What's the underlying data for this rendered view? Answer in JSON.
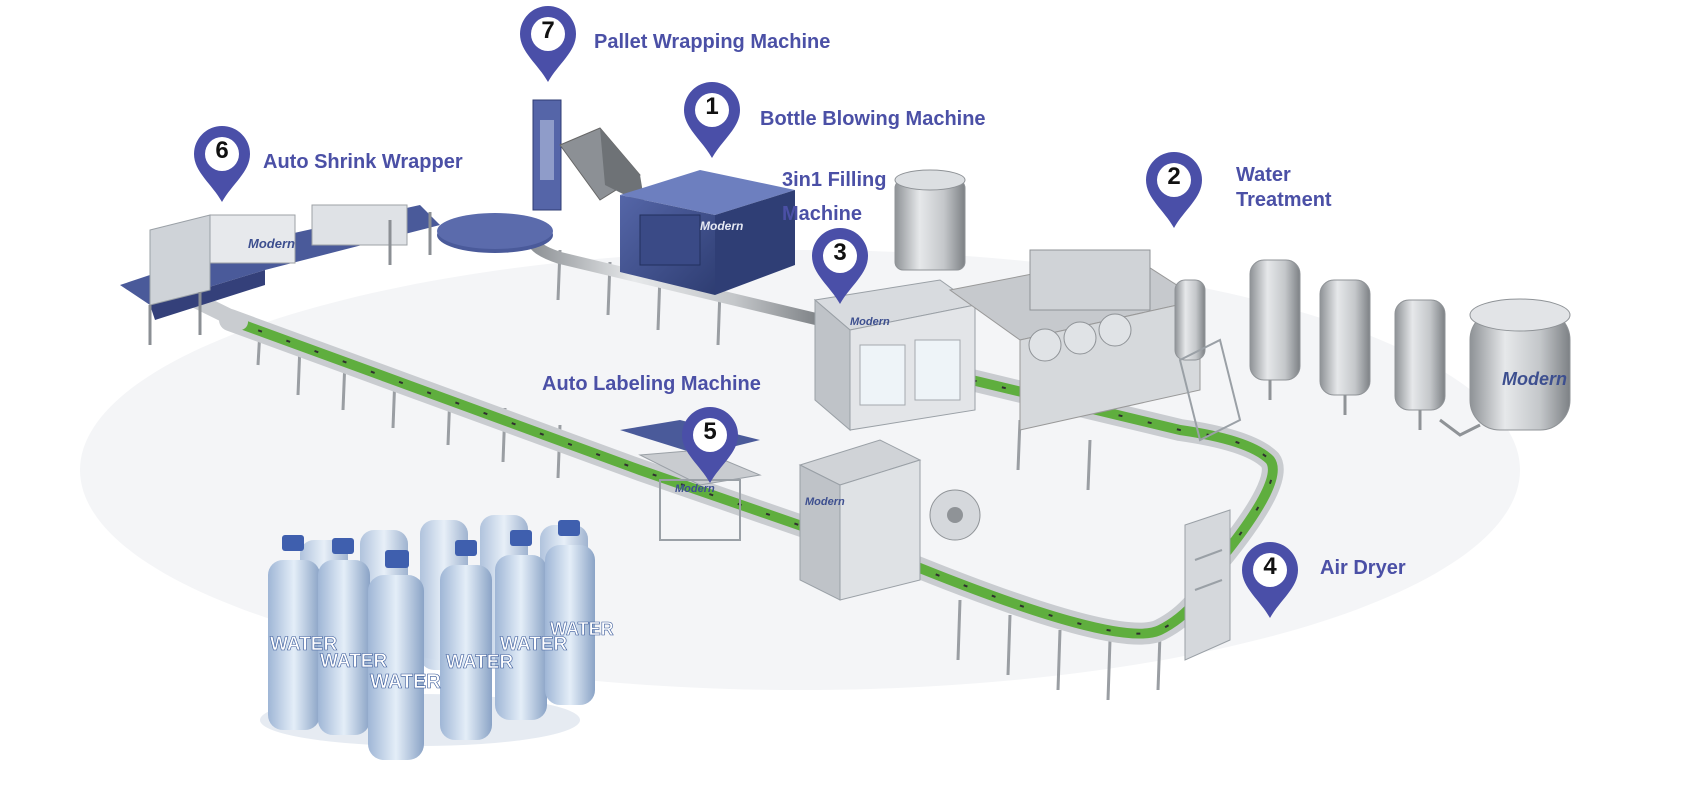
{
  "stations": [
    {
      "number": "1",
      "name": "Bottle Blowing Machine"
    },
    {
      "number": "2",
      "name_line1": "Water",
      "name_line2": "Treatment"
    },
    {
      "number": "3",
      "name_line1": "3in1 Filling",
      "name_line2": "Machine"
    },
    {
      "number": "4",
      "name": "Air Dryer"
    },
    {
      "number": "5",
      "name": "Auto Labeling Machine"
    },
    {
      "number": "6",
      "name": "Auto Shrink Wrapper"
    },
    {
      "number": "7",
      "name": "Pallet Wrapping Machine"
    }
  ],
  "brand_logo": "Modern",
  "bottle_label": "WATER",
  "colors": {
    "label_text": "#4b50a6",
    "pin": "#4a4fa8",
    "conveyor_belt": "#5fae3e",
    "machine_blue": "#3d4f8f",
    "steel": "#b9bcc0"
  }
}
